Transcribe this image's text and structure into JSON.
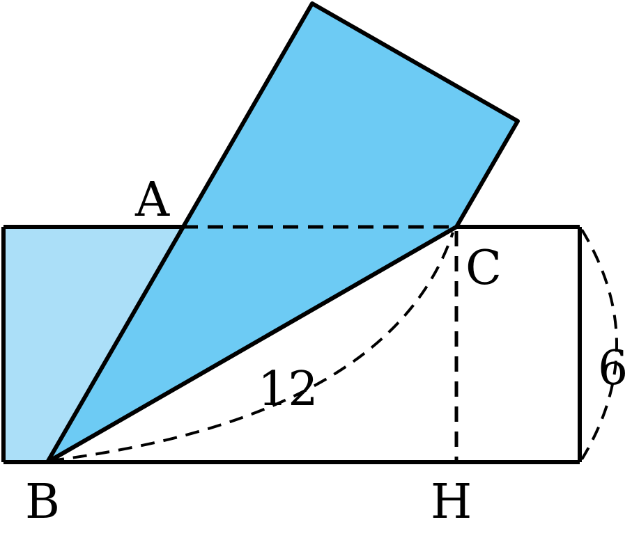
{
  "labels": {
    "a": "A",
    "b": "B",
    "c": "C",
    "h": "H",
    "hypotenuse": "12",
    "height": "6"
  },
  "colors": {
    "tape_light": "#ABDFF8",
    "tape_main": "#6DCBF4",
    "stroke": "#000000",
    "background": "#FFFFFF"
  }
}
